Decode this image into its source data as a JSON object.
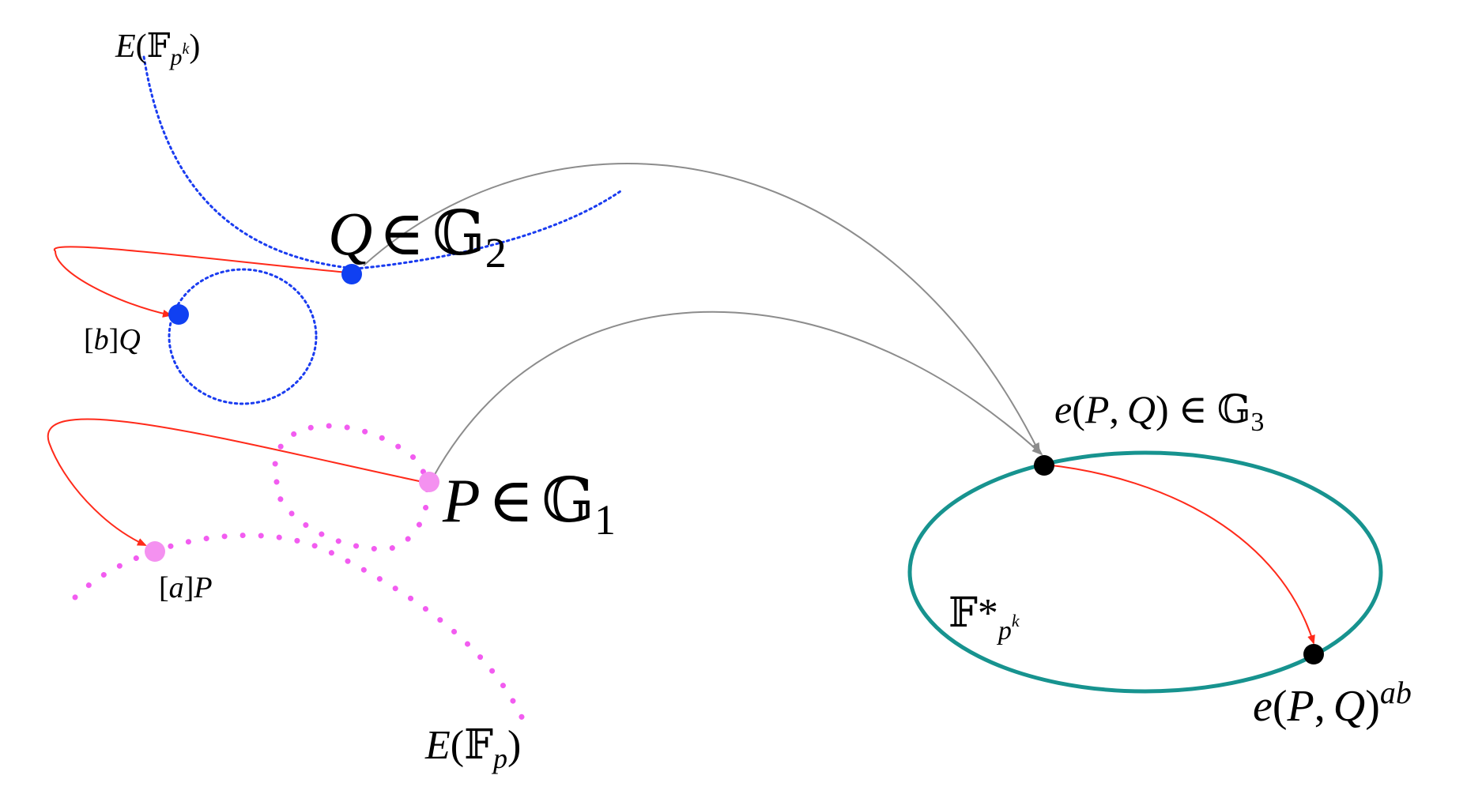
{
  "colors": {
    "background": "#ffffff",
    "blue_curve": "#1a3cf0",
    "blue_point": "#1040f2",
    "pink_curve": "#f25cf0",
    "pink_point": "#f491f0",
    "red_arrow": "#ff2a1a",
    "grey_arrow": "#8c8c8c",
    "teal_ellipse": "#17938f",
    "black_point": "#000000"
  },
  "labels": {
    "E_Fpk": {
      "E": "E",
      "open": "(",
      "F": "𝔽",
      "p": "p",
      "k": "k",
      "close": ")"
    },
    "Q_in_G2": {
      "Q": "Q",
      "in": "∈",
      "G": "𝔾",
      "sub": "2"
    },
    "bQ": {
      "lb": "[",
      "b": "b",
      "rb": "]",
      "Q": "Q"
    },
    "P_in_G1": {
      "P": "P",
      "in": "∈",
      "G": "𝔾",
      "sub": "1"
    },
    "aP": {
      "lb": "[",
      "a": "a",
      "rb": "]",
      "P": "P"
    },
    "E_Fp": {
      "E": "E",
      "open": "(",
      "F": "𝔽",
      "p": "p",
      "close": ")"
    },
    "ePQ_in_G3": {
      "e": "e",
      "open": "(",
      "P": "P",
      "comma": ",",
      "Q": "Q",
      "close": ")",
      "in": "∈",
      "G": "𝔾",
      "sub": "3"
    },
    "Fstar_pk": {
      "F": "𝔽",
      "star": "*",
      "p": "p",
      "k": "k"
    },
    "ePQ_ab": {
      "e": "e",
      "open": "(",
      "P": "P",
      "comma": ",",
      "Q": "Q",
      "close": ")",
      "sup": "ab"
    }
  },
  "icons": {
    "point_marker": "filled-circle",
    "arrow_head": "triangle-arrowhead"
  }
}
